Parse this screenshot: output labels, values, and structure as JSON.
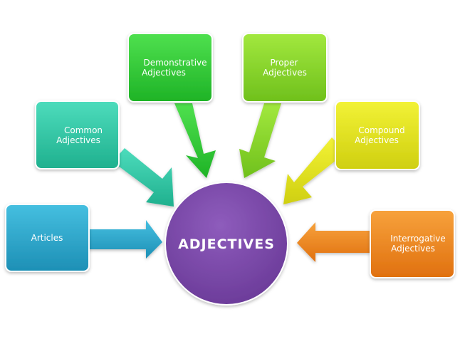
{
  "center": {
    "label": "ADJECTIVES"
  },
  "nodes": {
    "articles": {
      "label": "Articles",
      "color": "#2ba7cc"
    },
    "common": {
      "line1": "Common",
      "line2": "Adjectives",
      "color": "#2ec8a6"
    },
    "demonstrative": {
      "line1": "Demonstrative",
      "line2": "Adjectives",
      "color": "#2fcc36"
    },
    "proper": {
      "line1": "Proper",
      "line2": "Adjectives",
      "color": "#8ad62a"
    },
    "compound": {
      "line1": "Compound",
      "line2": "Adjectives",
      "color": "#e2e21e"
    },
    "interrogative": {
      "line1": "Interrogative",
      "line2": "Adjectives",
      "color": "#f08a1e"
    }
  },
  "colors": {
    "center_fill": "#7a48a8",
    "center_stroke": "#5e3488"
  }
}
